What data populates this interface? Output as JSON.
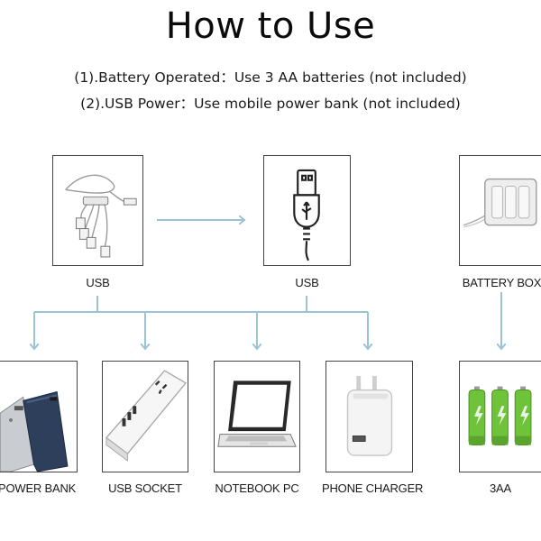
{
  "title": "How to Use",
  "instructions": [
    "(1).Battery Operated：Use 3 AA batteries (not included)",
    "(2).USB Power：Use mobile power bank (not included)"
  ],
  "top_items": [
    {
      "label": "USB",
      "icon": "usb-cable-splitter-icon"
    },
    {
      "label": "USB",
      "icon": "usb-plug-icon"
    },
    {
      "label": "BATTERY BOX",
      "icon": "battery-box-icon"
    }
  ],
  "bottom_items": [
    {
      "label": "POWER BANK",
      "icon": "power-bank-icon"
    },
    {
      "label": "USB SOCKET",
      "icon": "usb-socket-icon"
    },
    {
      "label": "NOTEBOOK PC",
      "icon": "notebook-pc-icon"
    },
    {
      "label": "PHONE CHARGER",
      "icon": "phone-charger-icon"
    },
    {
      "label": "3AA",
      "icon": "aa-batteries-icon"
    }
  ],
  "colors": {
    "connector": "#9cc3d4",
    "battery_green": "#6ec33a",
    "frame": "#444444"
  }
}
